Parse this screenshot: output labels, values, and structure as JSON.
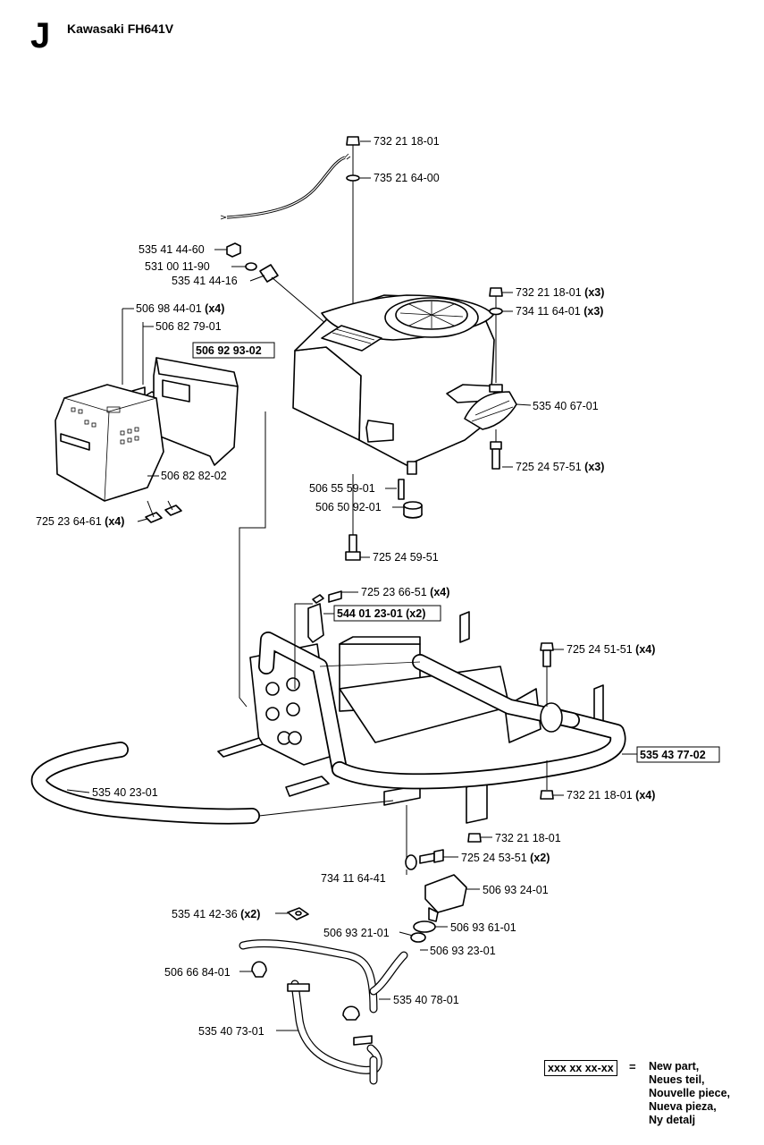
{
  "header": {
    "section": "J",
    "model": "Kawasaki FH641V"
  },
  "labels": [
    {
      "text": "732 21 18-01",
      "qty": ""
    },
    {
      "text": "735 21 64-00",
      "qty": ""
    },
    {
      "text": "535 41 44-60",
      "qty": ""
    },
    {
      "text": "531 00 11-90",
      "qty": ""
    },
    {
      "text": "535 41 44-16",
      "qty": ""
    },
    {
      "text": "732 21 18-01",
      "qty": "(x3)"
    },
    {
      "text": "734 11 64-01",
      "qty": "(x3)"
    },
    {
      "text": "506 98 44-01",
      "qty": "(x4)"
    },
    {
      "text": "506 82 79-01",
      "qty": ""
    },
    {
      "text": "506 92 93-02",
      "qty": "",
      "boxed": true
    },
    {
      "text": "535 40 67-01",
      "qty": ""
    },
    {
      "text": "725 24 57-51",
      "qty": "(x3)"
    },
    {
      "text": "506 82 82-02",
      "qty": ""
    },
    {
      "text": "506 55 59-01",
      "qty": ""
    },
    {
      "text": "506 50 92-01",
      "qty": ""
    },
    {
      "text": "725 23 64-61",
      "qty": "(x4)"
    },
    {
      "text": "725 24 59-51",
      "qty": ""
    },
    {
      "text": "725 23 66-51",
      "qty": "(x4)"
    },
    {
      "text": "544 01 23-01 (x2)",
      "qty": "",
      "boxed": true
    },
    {
      "text": "725 24 51-51",
      "qty": "(x4)"
    },
    {
      "text": "535 43 77-02",
      "qty": "",
      "boxed": true
    },
    {
      "text": "535 40 23-01",
      "qty": ""
    },
    {
      "text": "732 21 18-01",
      "qty": "(x4)"
    },
    {
      "text": "732 21 18-01",
      "qty": ""
    },
    {
      "text": "725 24 53-51",
      "qty": "(x2)"
    },
    {
      "text": "734 11 64-41",
      "qty": ""
    },
    {
      "text": "506 93 24-01",
      "qty": ""
    },
    {
      "text": "535 41 42-36",
      "qty": "(x2)"
    },
    {
      "text": "506 93 61-01",
      "qty": ""
    },
    {
      "text": "506 93 21-01",
      "qty": ""
    },
    {
      "text": "506 93 23-01",
      "qty": ""
    },
    {
      "text": "506 66 84-01",
      "qty": ""
    },
    {
      "text": "535 40 78-01",
      "qty": ""
    },
    {
      "text": "535 40 73-01",
      "qty": ""
    }
  ],
  "legend": {
    "sample": "xxx xx xx-xx",
    "equals": "=",
    "lines": [
      "New part,",
      "Neues teil,",
      "Nouvelle piece,",
      "Nueva pieza,",
      "Ny detalj"
    ]
  }
}
